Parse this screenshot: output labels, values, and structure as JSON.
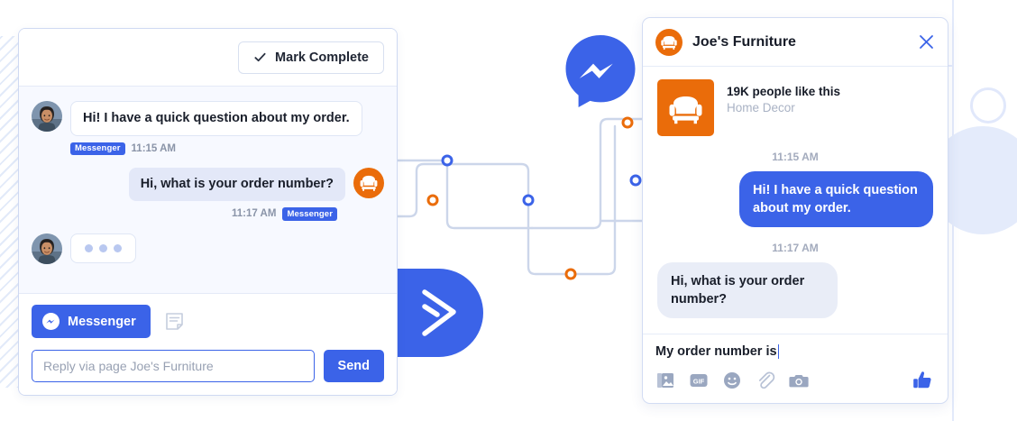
{
  "meta": {
    "accent_blue": "#3b63e8",
    "accent_orange": "#ea6c0a",
    "thread_bg": "#f7f9ff"
  },
  "left_card": {
    "header": {
      "mark_complete_label": "Mark Complete",
      "check_icon": "check-icon"
    },
    "messages": [
      {
        "direction": "in",
        "text": "Hi! I have a quick question about my order.",
        "channel_badge": "Messenger",
        "time": "11:15 AM",
        "avatar": "customer-avatar"
      },
      {
        "direction": "out",
        "text": "Hi, what is your order number?",
        "channel_badge": "Messenger",
        "time": "11:17 AM",
        "avatar": "joes-furniture-chair-icon"
      },
      {
        "direction": "in",
        "typing_indicator": true,
        "avatar": "customer-avatar"
      }
    ],
    "footer": {
      "channel_chip_label": "Messenger",
      "channel_chip_icon": "messenger-icon",
      "note_icon": "note-icon",
      "reply_placeholder": "Reply via page Joe's Furniture",
      "reply_value": "",
      "send_label": "Send"
    }
  },
  "right_widget": {
    "header": {
      "title": "Joe's Furniture",
      "logo_icon": "armchair-icon",
      "close_icon": "close-icon"
    },
    "page_card": {
      "thumb_icon": "armchair-icon",
      "likes": "19K people like this",
      "category": "Home Decor"
    },
    "thread": [
      {
        "type": "timestamp",
        "text": "11:15 AM"
      },
      {
        "type": "message",
        "direction": "out",
        "text": "Hi! I have a quick question about my order."
      },
      {
        "type": "timestamp",
        "text": "11:17 AM"
      },
      {
        "type": "message",
        "direction": "in",
        "text": "Hi, what is your order number?"
      }
    ],
    "compose": {
      "value": "My order number is",
      "tools": [
        "photo-icon",
        "gif-icon",
        "emoji-icon",
        "attachment-icon",
        "camera-icon"
      ],
      "like_icon": "thumbs-up-icon"
    }
  },
  "decor": {
    "messenger_bubble_icon": "messenger-bubble-logo",
    "activecampaign_icon": "activecampaign-logo",
    "circuit": {
      "node_colors": {
        "blue": "#3b63e8",
        "orange": "#ea6c0a"
      },
      "line_color": "#ccd6ea"
    }
  }
}
